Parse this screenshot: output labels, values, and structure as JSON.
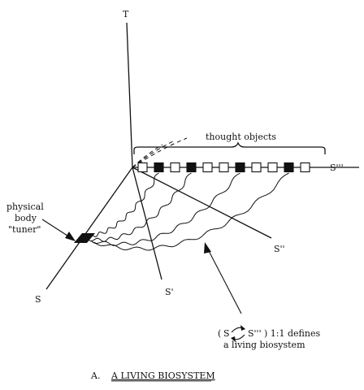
{
  "labels": {
    "t_axis": "T",
    "s_axis": "S",
    "s1_axis": "S'",
    "s2_axis": "S''",
    "s3_axis": "S'''",
    "thought_objects": "thought objects",
    "body_line1": "physical",
    "body_line2": "body",
    "body_line3": "\"tuner\"",
    "relation_s": "S",
    "relation_s3": "S'''",
    "relation_rest": ") 1:1 defines",
    "relation_line2": "a living biosystem"
  },
  "caption": {
    "letter": "A.",
    "title": "A LIVING BIOSYSTEM"
  },
  "thought_objects_pattern": [
    "open",
    "filled",
    "open",
    "filled",
    "open",
    "open",
    "filled",
    "open",
    "open",
    "filled",
    "open"
  ],
  "colors": {
    "ink": "#111111",
    "background": "#ffffff"
  }
}
